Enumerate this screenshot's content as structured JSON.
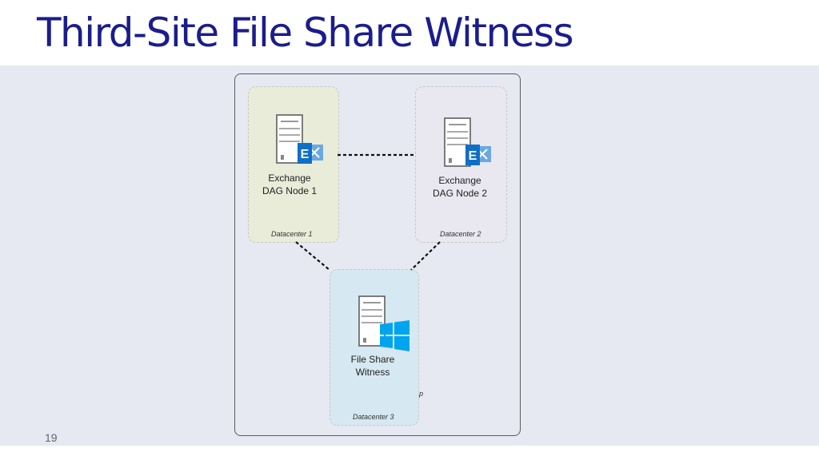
{
  "slide": {
    "title": "Third-Site File Share Witness",
    "page_number": "19"
  },
  "nodes": {
    "node1": {
      "line1": "Exchange",
      "line2": "DAG Node 1"
    },
    "node2": {
      "line1": "Exchange",
      "line2": "DAG Node 2"
    },
    "witness": {
      "line1": "File Share",
      "line2": "Witness"
    }
  },
  "datacenters": {
    "dc1": "Datacenter 1",
    "dc2": "Datacenter 2",
    "dc3": "Datacenter 3"
  },
  "stray_text": "p",
  "icons": {
    "exchange_logo_letter": "E",
    "server": "server-icon",
    "exchange": "exchange-logo-icon",
    "windows": "windows-logo-icon"
  },
  "colors": {
    "title": "#1b1d8c",
    "band": "#e6e8f2",
    "dc1_fill": "#e8ecd8",
    "dc2_fill": "#e9e7ef",
    "dc3_fill": "#d6e8f1",
    "exchange_blue": "#0f6fc6",
    "windows_blue": "#00a4ef"
  }
}
